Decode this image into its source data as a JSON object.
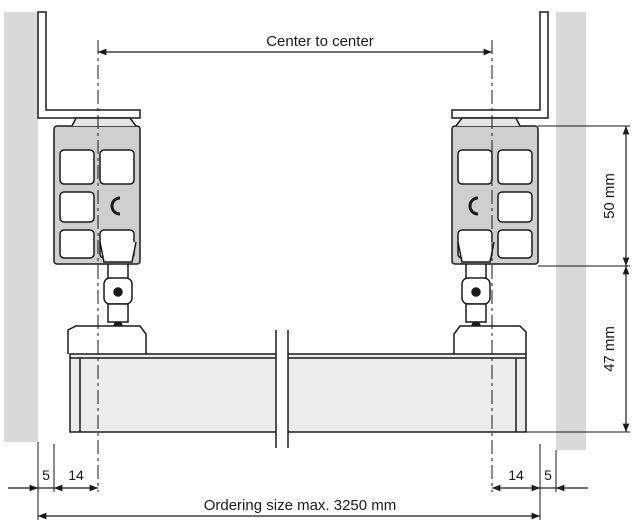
{
  "labels": {
    "center_to_center": "Center to center",
    "height_top": "50 mm",
    "height_bottom": "47 mm",
    "left_gap": "5",
    "left_offset": "14",
    "right_offset": "14",
    "right_gap": "5",
    "ordering_size": "Ordering size max. 3250 mm"
  },
  "colors": {
    "wall": "#d9d9d9",
    "profile": "#cfcfcf",
    "stroke": "#1a1a1a",
    "panel": "#ececec"
  }
}
